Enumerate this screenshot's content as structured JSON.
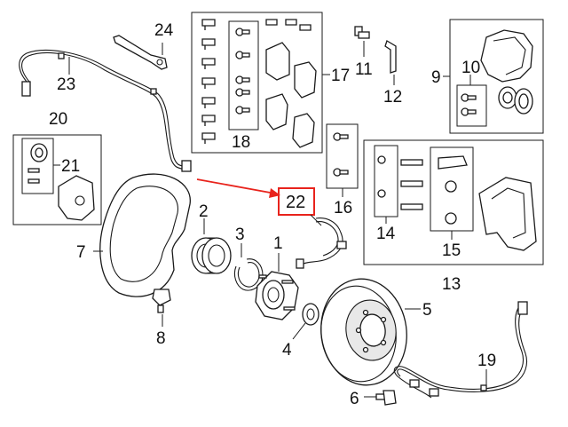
{
  "labels": {
    "l1": "1",
    "l2": "2",
    "l3": "3",
    "l4": "4",
    "l5": "5",
    "l6": "6",
    "l7": "7",
    "l8": "8",
    "l9": "9",
    "l10": "10",
    "l11": "11",
    "l12": "12",
    "l13": "13",
    "l14": "14",
    "l15": "15",
    "l16": "16",
    "l17": "17",
    "l18": "18",
    "l19": "19",
    "l20": "20",
    "l21": "21",
    "l22": "22",
    "l23": "23",
    "l24": "24"
  },
  "colors": {
    "highlight": "#e8231c",
    "ink": "#1a1a1a"
  }
}
